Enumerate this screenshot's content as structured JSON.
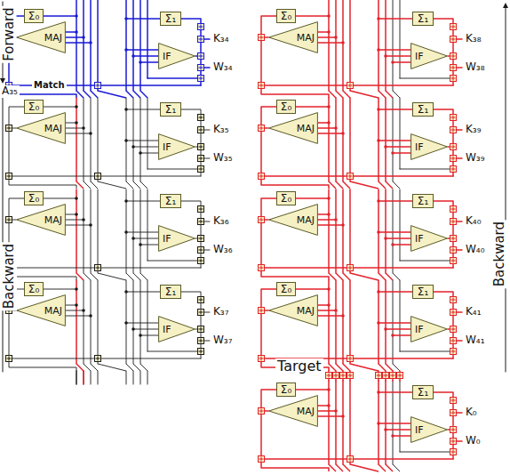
{
  "diagram": {
    "nodes": [
      {
        "text": [
          "Σ₀"
        ]
      },
      {
        "text": [
          "Σ₁"
        ]
      },
      {
        "text": [
          "MAJ"
        ]
      },
      {
        "text": [
          "IF"
        ]
      },
      {
        "text": [
          "Σ₀"
        ]
      },
      {
        "text": [
          "Σ₁"
        ]
      },
      {
        "text": [
          "MAJ"
        ]
      },
      {
        "text": [
          "IF"
        ]
      },
      {
        "text": [
          "Σ₀"
        ]
      },
      {
        "text": [
          "Σ₁"
        ]
      },
      {
        "text": [
          "MAJ"
        ]
      },
      {
        "text": [
          "IF"
        ]
      },
      {
        "text": [
          "Σ₀"
        ]
      },
      {
        "text": [
          "Σ₁"
        ]
      },
      {
        "text": [
          "MAJ"
        ]
      },
      {
        "text": [
          "IF"
        ]
      },
      {
        "text": [
          "Σ₀"
        ]
      },
      {
        "text": [
          "Σ₁"
        ]
      },
      {
        "text": [
          "MAJ"
        ]
      },
      {
        "text": [
          "IF"
        ]
      },
      {
        "text": [
          "Σ₀"
        ]
      },
      {
        "text": [
          "Σ₁"
        ]
      },
      {
        "text": [
          "MAJ"
        ]
      },
      {
        "text": [
          "IF"
        ]
      },
      {
        "text": [
          "Σ₀"
        ]
      },
      {
        "text": [
          "Σ₁"
        ]
      },
      {
        "text": [
          "MAJ"
        ]
      },
      {
        "text": [
          "IF"
        ]
      },
      {
        "text": [
          "Σ₀"
        ]
      },
      {
        "text": [
          "Σ₁"
        ]
      },
      {
        "text": [
          "MAJ"
        ]
      },
      {
        "text": [
          "IF"
        ]
      },
      {
        "text": [
          "Σ₀"
        ]
      },
      {
        "text": [
          "Σ₁"
        ]
      },
      {
        "text": [
          "MAJ"
        ]
      },
      {
        "text": [
          "IF"
        ]
      }
    ],
    "labels": [
      "Forward",
      "A₃₅",
      "Match",
      "K₃₄",
      "W₃₄",
      "K₃₅",
      "W₃₅",
      "K₃₆",
      "W₃₆",
      "Backward",
      "K₃₇",
      "W₃₇",
      "K₃₈",
      "W₃₈",
      "K₃₉",
      "W₃₉",
      "K₄₀",
      "W₄₀",
      "Backward",
      "K₄₁",
      "W₄₁",
      "Target",
      "K₀",
      "W₀"
    ]
  }
}
